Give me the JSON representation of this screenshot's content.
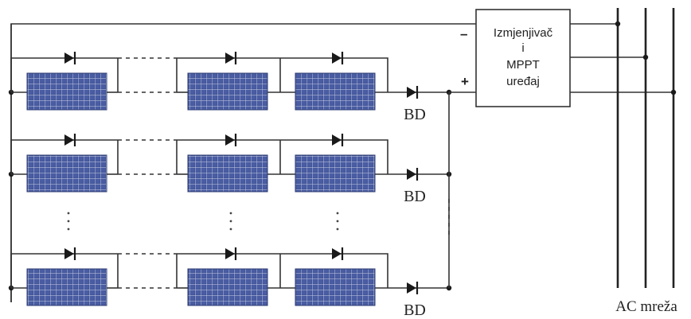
{
  "inverter": {
    "lines": [
      "Izmjenjivač",
      "i",
      "MPPT",
      "uređaj"
    ],
    "minus": "–",
    "plus": "+"
  },
  "bypass_diode_label": "BD",
  "grid_label": "AC mreža",
  "colors": {
    "panel_cell": "#3b4d8f",
    "panel_cell_light": "#5a6db0",
    "panel_grid": "#c9d0e6",
    "wire": "#333333"
  },
  "icons": {
    "panel": "solar-panel-icon",
    "diode": "diode-icon"
  }
}
